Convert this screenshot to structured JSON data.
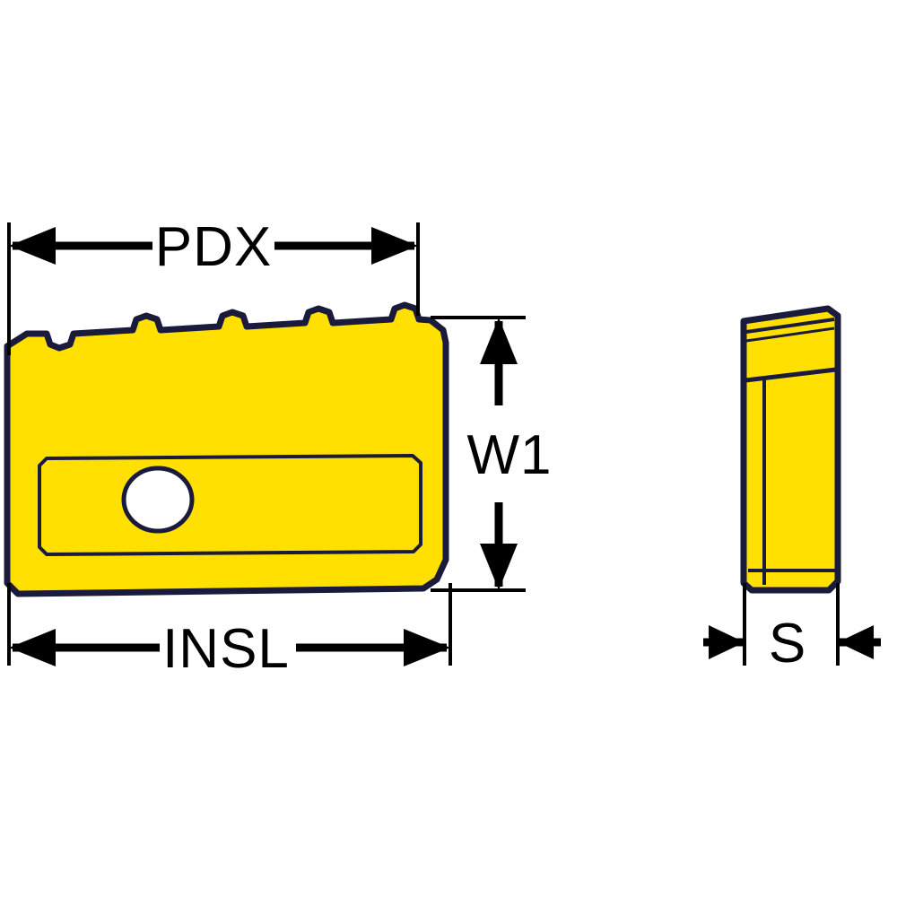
{
  "diagram": {
    "title": "Cutting insert dimension diagram",
    "background_color": "#ffffff",
    "insert_body_color": "#ffe000",
    "insert_outline_color": "#1a1a3c",
    "hole_color": "#ffffff",
    "dimension_color": "#000000",
    "labels": {
      "pdx": "PDX",
      "insl": "INSL",
      "w1": "W1",
      "s": "S"
    },
    "views": {
      "front": "front-view-insert",
      "side": "side-view-insert"
    }
  }
}
